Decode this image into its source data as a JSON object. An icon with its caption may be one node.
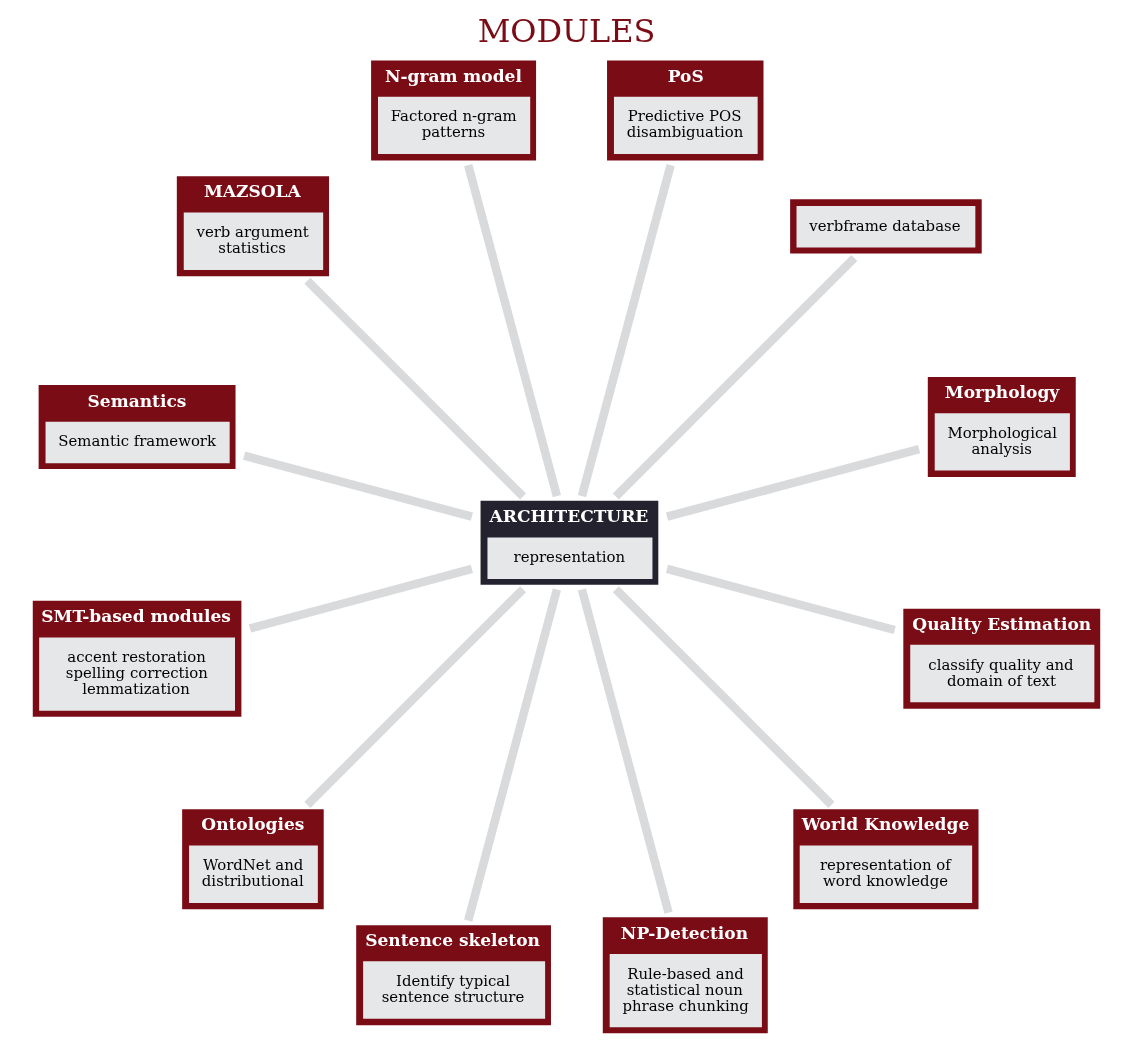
{
  "diagram": {
    "title": "MODULES",
    "nodes": [
      {
        "text": [
          "Morphology",
          "Morphological analysis"
        ]
      },
      {
        "text": [
          "verbframe database"
        ]
      },
      {
        "text": [
          "PoS",
          "Predictive POS disambiguation"
        ]
      },
      {
        "text": [
          "N-gram model",
          "Factored n-gram patterns"
        ]
      },
      {
        "text": [
          "MAZSOLA",
          "verb argument statistics"
        ]
      },
      {
        "text": [
          "ARCHITECTURE",
          "representation"
        ]
      },
      {
        "text": [
          "Semantics",
          "Semantic framework"
        ]
      },
      {
        "text": [
          "SMT-based modules",
          "accent restoration spelling correction lemmatization"
        ]
      },
      {
        "text": [
          "Ontologies",
          "WordNet and distributional"
        ]
      },
      {
        "text": [
          "Sentence skeleton",
          "Identify typical sentence structure"
        ]
      },
      {
        "text": [
          "NP-Detection",
          "Rule-based and statistical noun phrase chunking"
        ]
      },
      {
        "text": [
          "World Knowledge",
          "representation of word knowledge"
        ]
      },
      {
        "text": [
          "Quality Estimation",
          "classify quality and domain of text"
        ]
      }
    ],
    "edges": [
      {
        "from": 5,
        "to": 0,
        "arrow": "none"
      },
      {
        "from": 5,
        "to": 1,
        "arrow": "none"
      },
      {
        "from": 5,
        "to": 2,
        "arrow": "none"
      },
      {
        "from": 5,
        "to": 3,
        "arrow": "none"
      },
      {
        "from": 5,
        "to": 4,
        "arrow": "none"
      },
      {
        "from": 5,
        "to": 6,
        "arrow": "none"
      },
      {
        "from": 5,
        "to": 7,
        "arrow": "none"
      },
      {
        "from": 5,
        "to": 8,
        "arrow": "none"
      },
      {
        "from": 5,
        "to": 9,
        "arrow": "none"
      },
      {
        "from": 5,
        "to": 10,
        "arrow": "none"
      },
      {
        "from": 5,
        "to": 11,
        "arrow": "none"
      },
      {
        "from": 5,
        "to": 12,
        "arrow": "none"
      }
    ]
  }
}
